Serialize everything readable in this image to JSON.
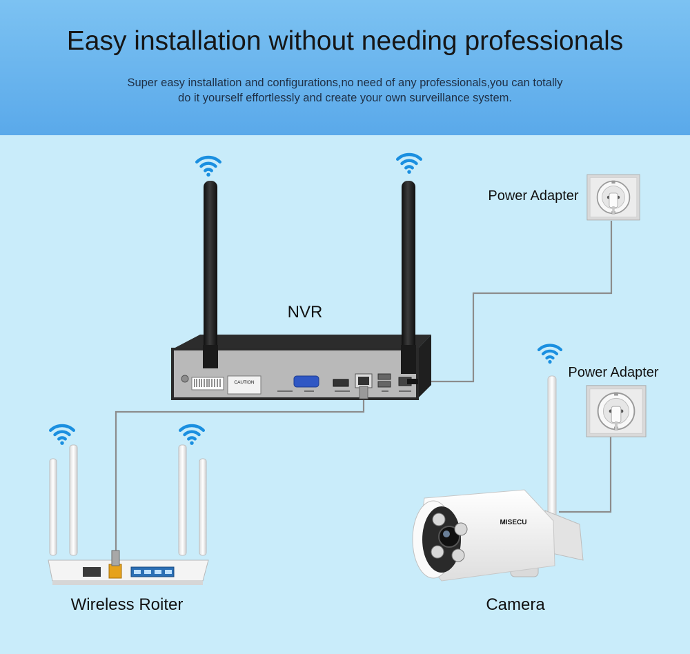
{
  "header": {
    "title": "Easy installation without needing professionals",
    "subtitle_line1": "Super easy installation and configurations,no need of any professionals,you can totally",
    "subtitle_line2": "do it yourself effortlessly and create your own surveillance system."
  },
  "labels": {
    "nvr": "NVR",
    "power_adapter_top": "Power Adapter",
    "power_adapter_bottom": "Power Adapter",
    "router": "Wireless Roiter",
    "camera": "Camera"
  },
  "device_text": {
    "nvr_caution": "CAUTION",
    "camera_brand": "MISECU"
  },
  "colors": {
    "header_band": "#5aa9ea",
    "background": "#c9ecfa",
    "wifi_icon": "#1a8fe0",
    "cable": "#8c8c8c"
  },
  "icons": [
    "wifi-icon",
    "power-socket-icon",
    "nvr-recorder",
    "wireless-router",
    "bullet-camera"
  ]
}
